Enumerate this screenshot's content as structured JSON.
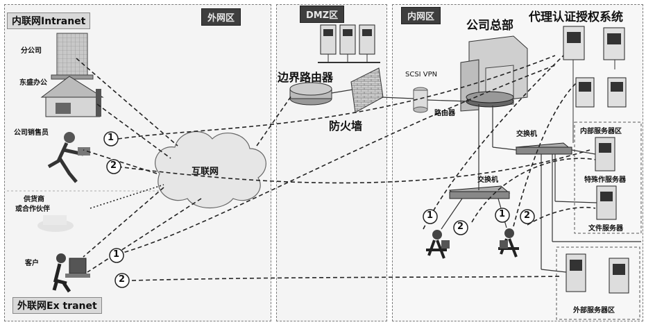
{
  "zones": {
    "outer": "外网区",
    "dmz": "DMZ区",
    "inner": "内网区"
  },
  "labels": {
    "intranet": "内联网Intranet",
    "extranet": "外联网Ex tranet",
    "branch": "分公司",
    "remote_office": "东盛办公",
    "sales": "公司销售员",
    "supplier_line1": "供货商",
    "supplier_line2": "或合作伙伴",
    "customer": "客户",
    "internet": "互联网",
    "border_router": "边界路由器",
    "firewall": "防火墙",
    "vpn": "SCSI VPN",
    "router": "路由器",
    "hq": "公司总部",
    "proxy_auth": "代理认证授权系统",
    "switch_main": "交换机",
    "switch_sub": "交换机",
    "internal_servers": "内部服务器区",
    "special_server": "特殊作服务器",
    "file_server": "文件服务器",
    "external_servers": "外部服务器区"
  },
  "markers": [
    "1",
    "2",
    "1",
    "2",
    "1",
    "2",
    "1",
    "2"
  ]
}
